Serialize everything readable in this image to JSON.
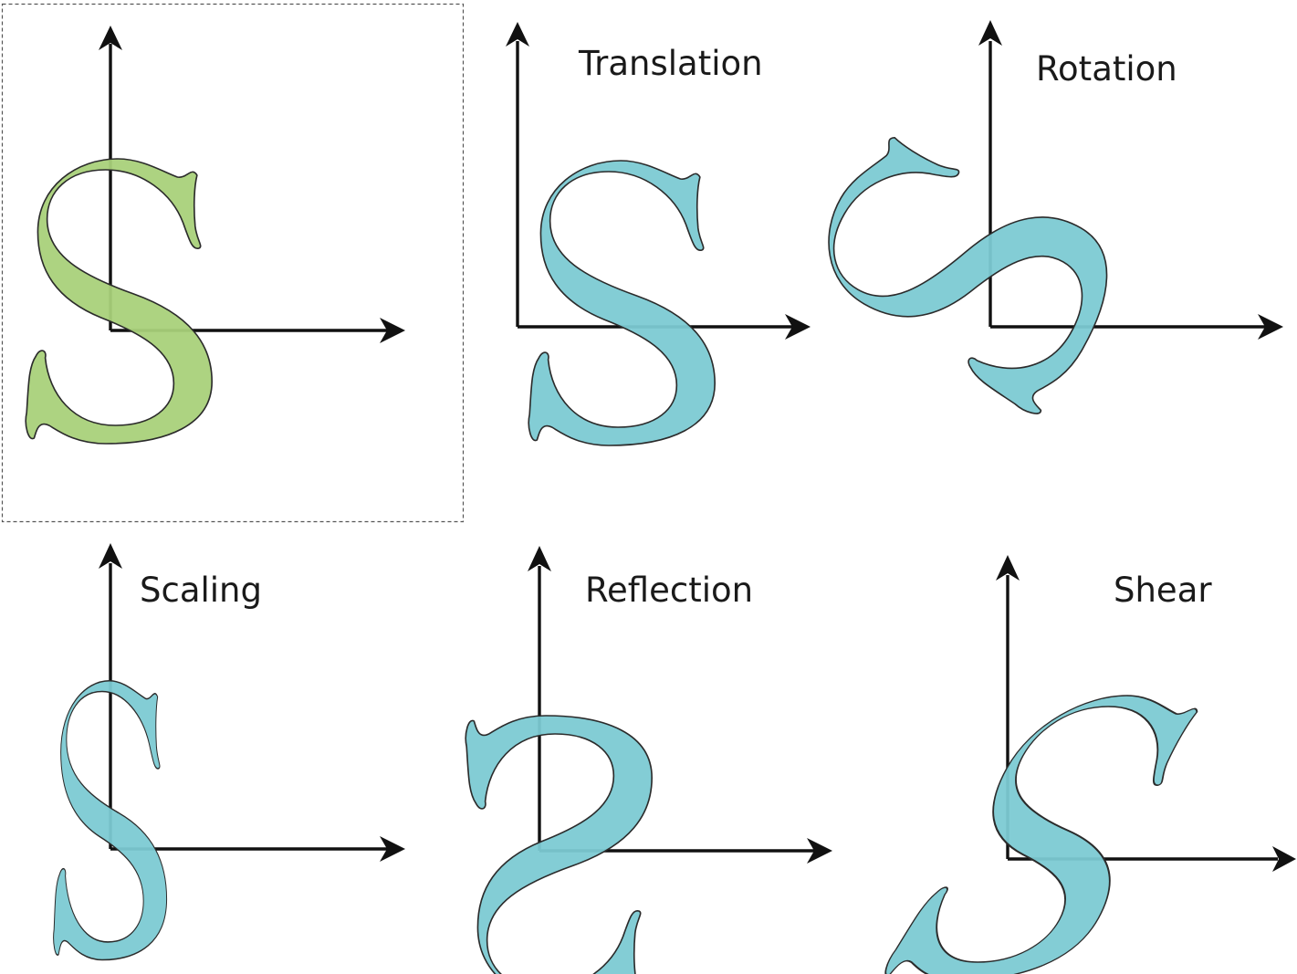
{
  "figure": {
    "glyph": "S",
    "colors": {
      "original_fill": "#a9d17a",
      "transformed_fill": "#7ccad3",
      "outline": "#2b2b2b",
      "axis": "#111111",
      "frame": "#555555"
    },
    "panels": [
      {
        "id": "original",
        "label": "",
        "fill": "original",
        "framed": true
      },
      {
        "id": "translation",
        "label": "Translation",
        "fill": "transformed",
        "framed": false
      },
      {
        "id": "rotation",
        "label": "Rotation",
        "fill": "transformed",
        "framed": false
      },
      {
        "id": "scaling",
        "label": "Scaling",
        "fill": "transformed",
        "framed": false
      },
      {
        "id": "reflection",
        "label": "Reflection",
        "fill": "transformed",
        "framed": false
      },
      {
        "id": "shear",
        "label": "Shear",
        "fill": "transformed",
        "framed": false
      }
    ]
  }
}
